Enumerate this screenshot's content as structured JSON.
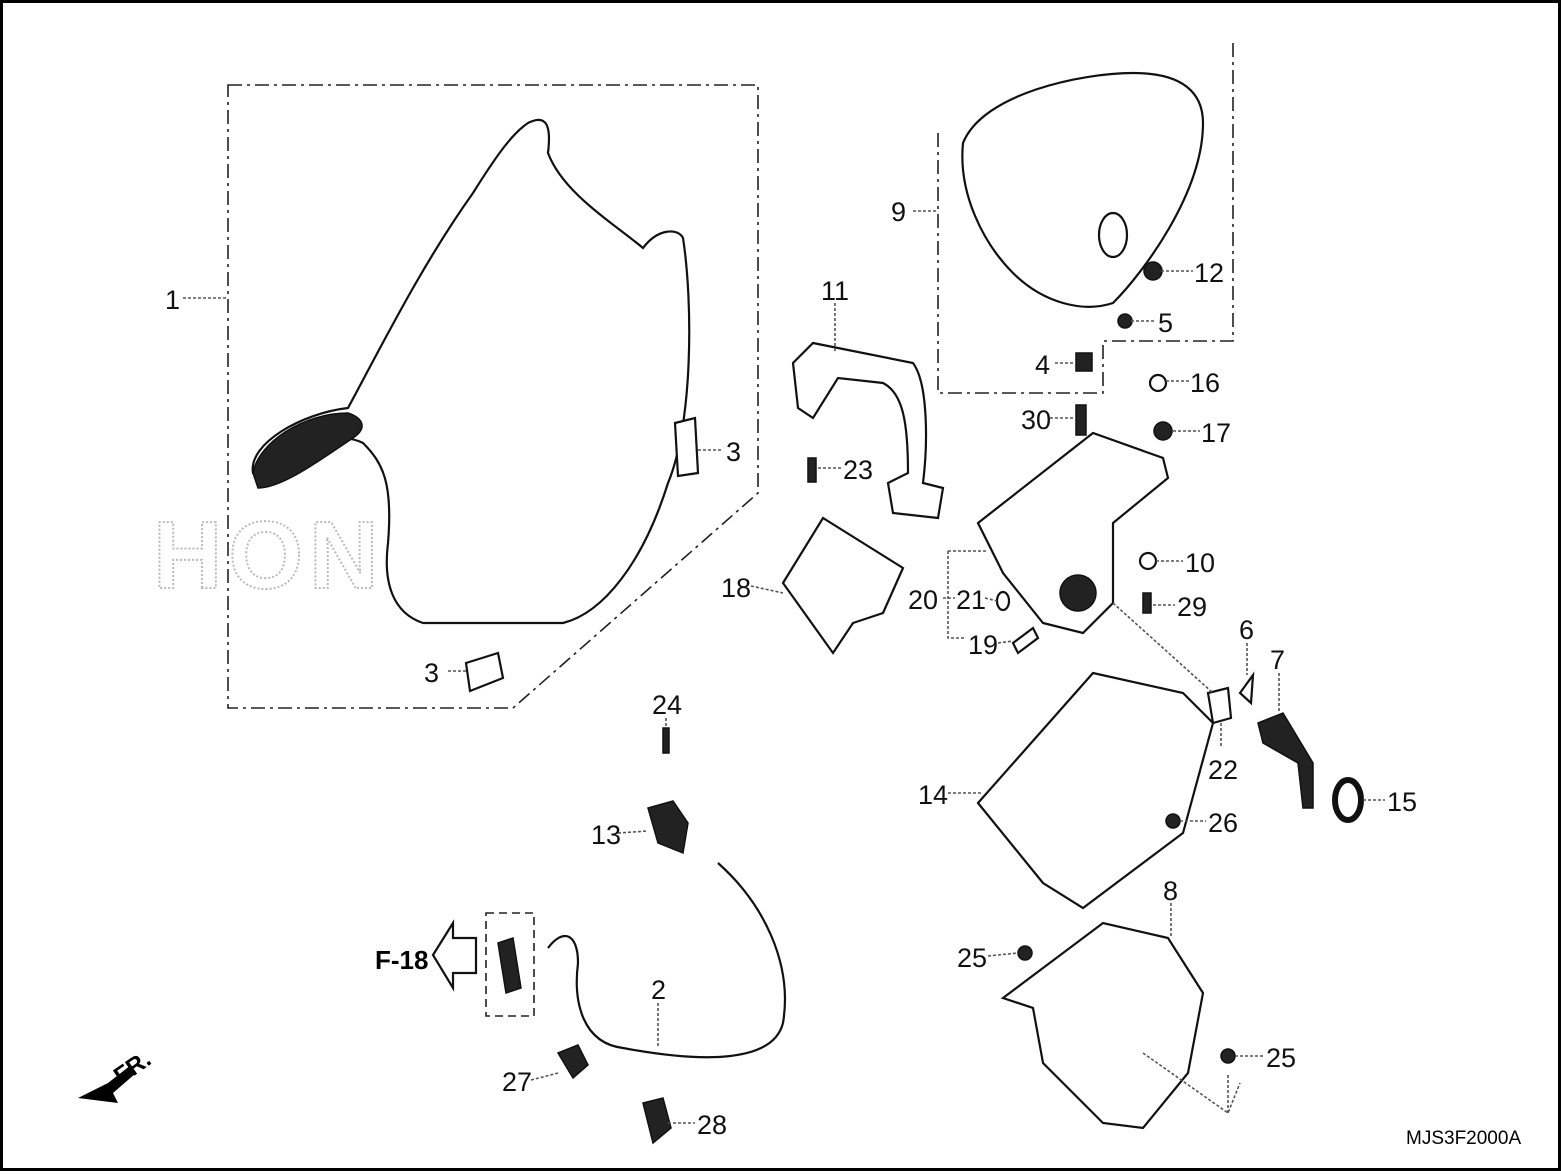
{
  "diagram": {
    "drawing_code": "MJS3F2000A",
    "reference": "F-18",
    "direction_label": "FR.",
    "watermark": "HONDA",
    "callouts": [
      "1",
      "3",
      "3",
      "9",
      "12",
      "5",
      "4",
      "16",
      "17",
      "30",
      "11",
      "23",
      "10",
      "18",
      "20",
      "21",
      "19",
      "29",
      "6",
      "7",
      "22",
      "14",
      "26",
      "15",
      "24",
      "13",
      "8",
      "25",
      "25",
      "2",
      "27",
      "28"
    ]
  }
}
